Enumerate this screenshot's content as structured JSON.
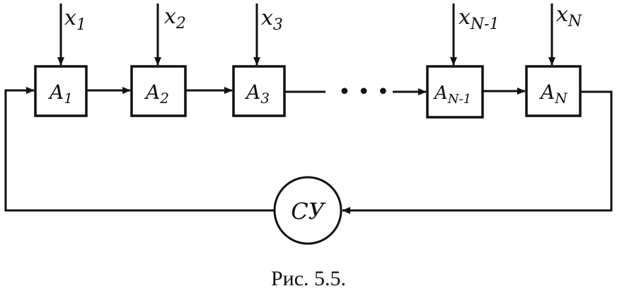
{
  "diagram": {
    "inputs": [
      {
        "base": "x",
        "sub": "1"
      },
      {
        "base": "x",
        "sub": "2"
      },
      {
        "base": "x",
        "sub": "3"
      },
      {
        "base": "x",
        "sub": "N-1"
      },
      {
        "base": "x",
        "sub": "N"
      }
    ],
    "blocks": [
      {
        "base": "A",
        "sub": "1"
      },
      {
        "base": "A",
        "sub": "2"
      },
      {
        "base": "A",
        "sub": "3"
      },
      {
        "base": "A",
        "sub": "N-1"
      },
      {
        "base": "A",
        "sub": "N"
      }
    ],
    "ellipsis": "• • •",
    "node_label": "СУ"
  },
  "caption": "Рис. 5.5."
}
